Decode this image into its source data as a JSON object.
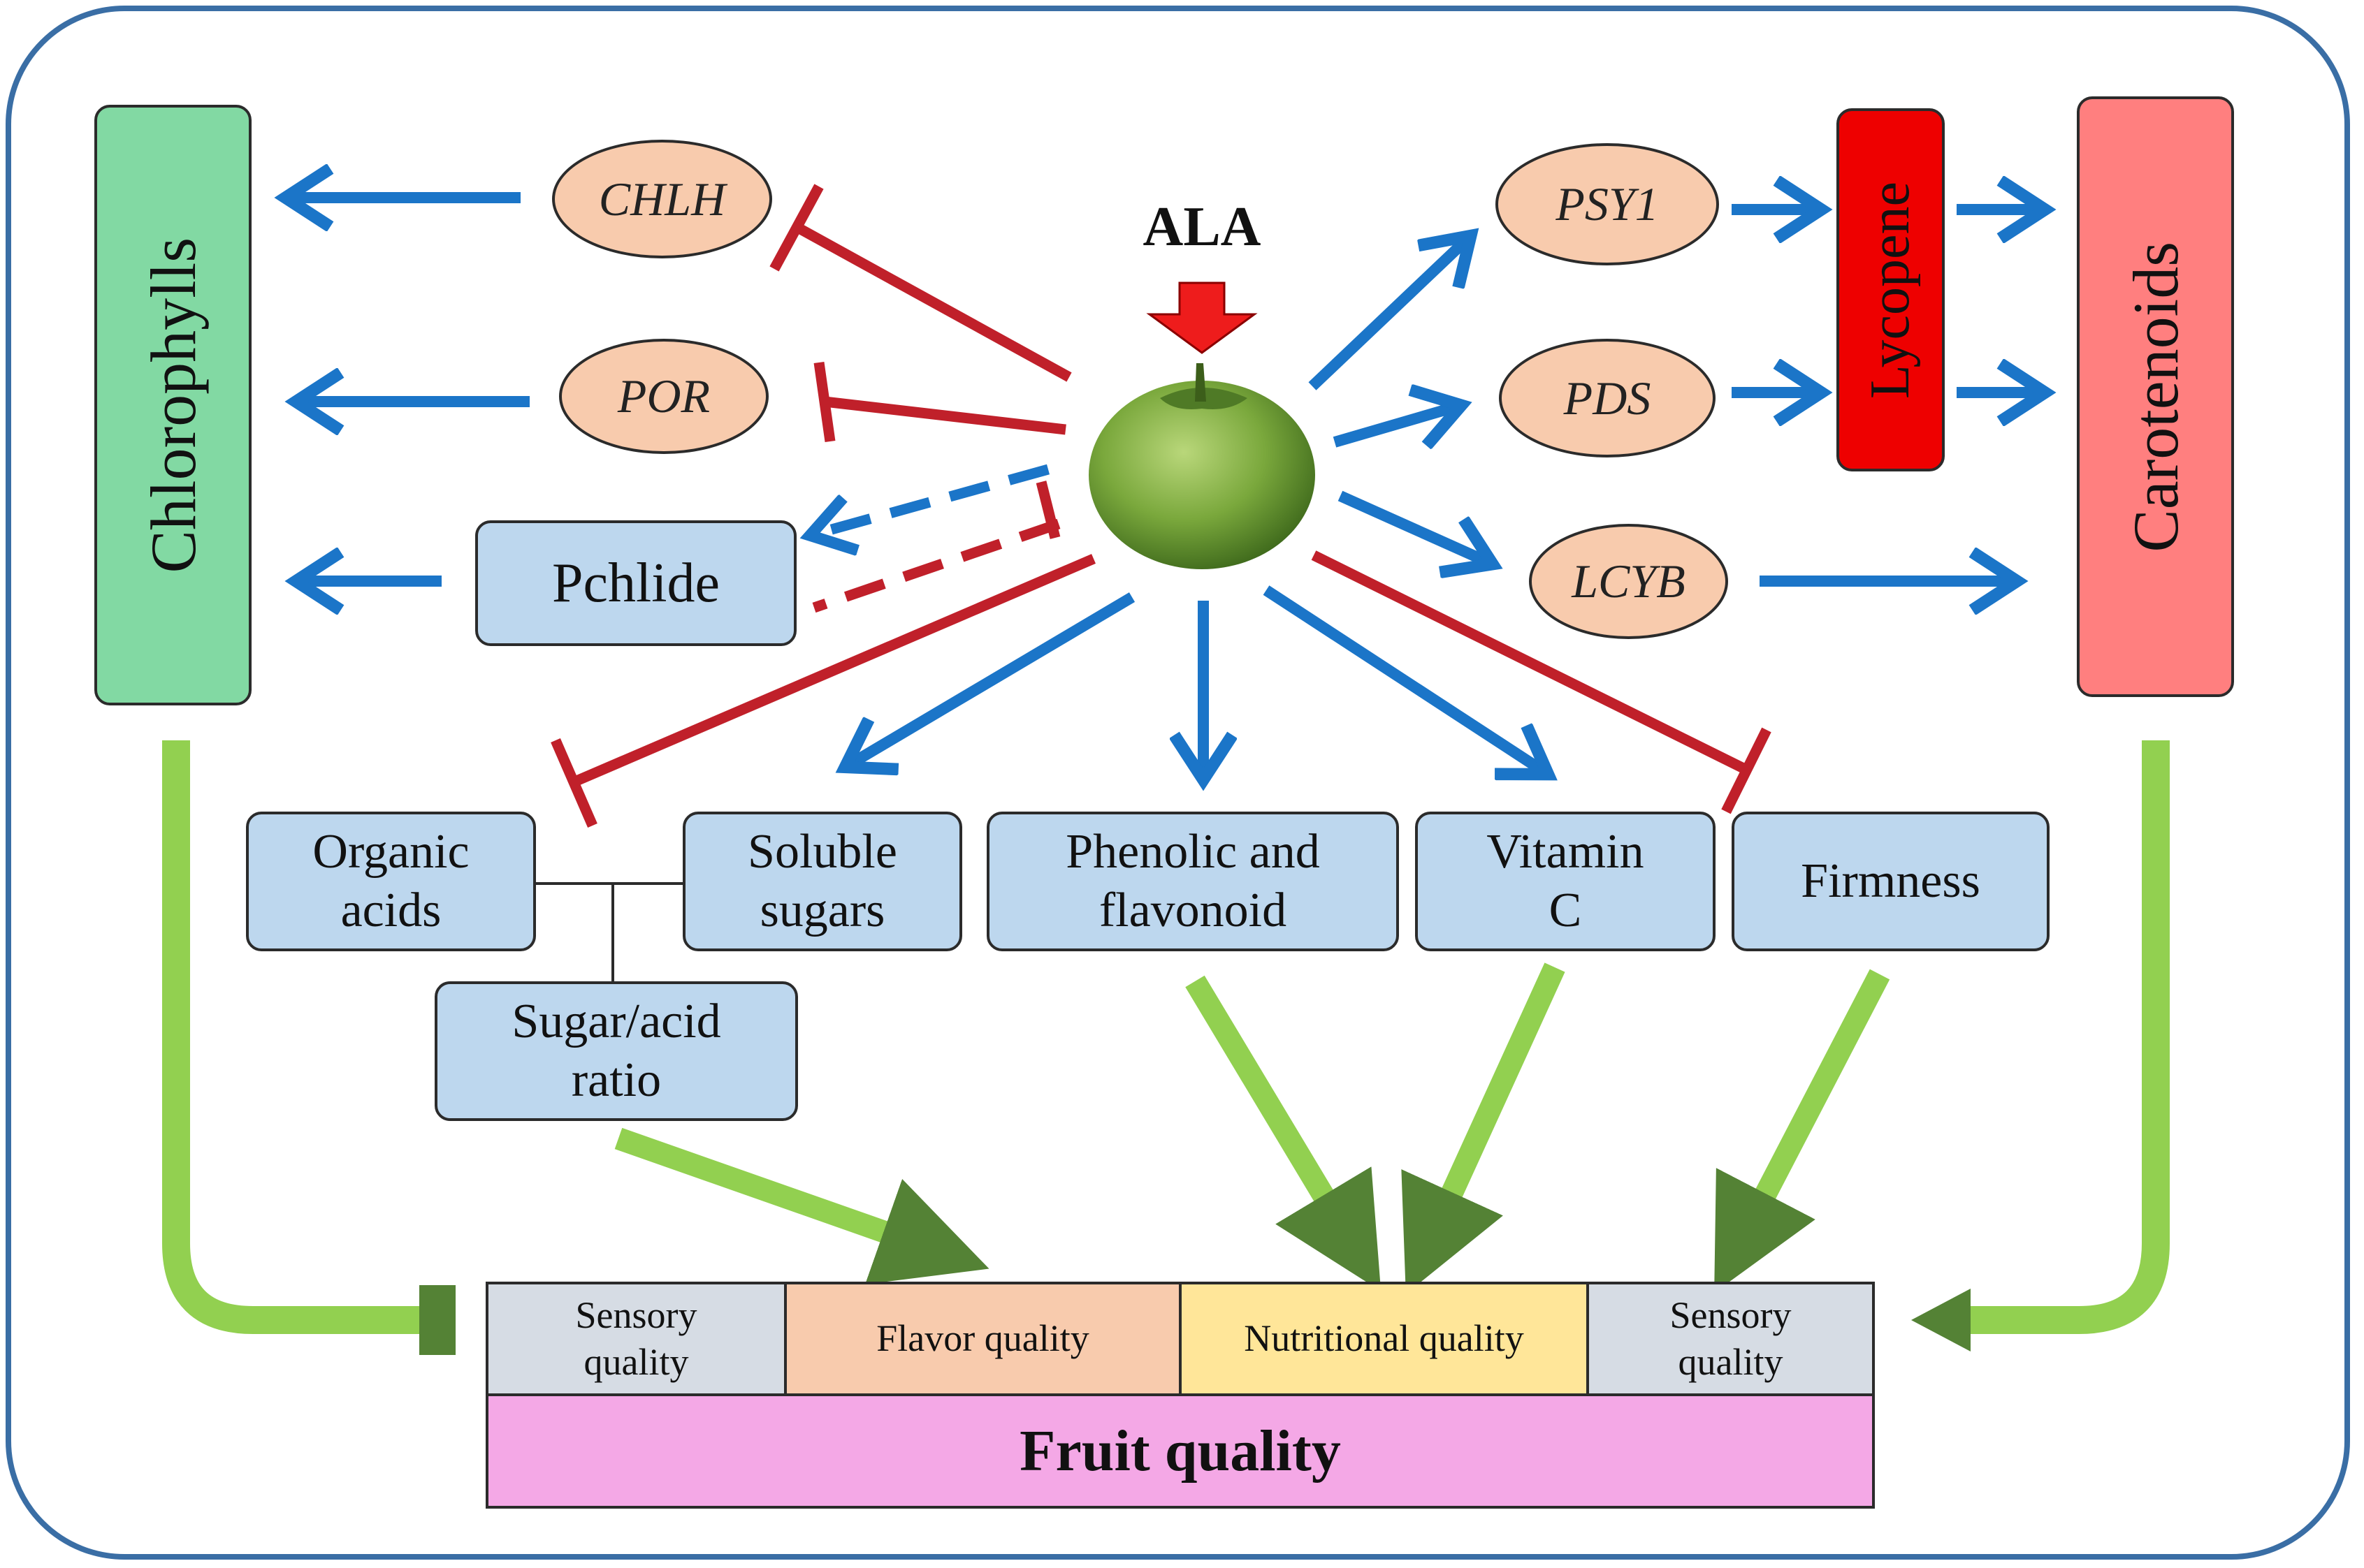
{
  "colors": {
    "frame": "#3a6ea5",
    "activation_arrow": "#1b75c8",
    "inhibition": "#c0202a",
    "quality_arrow_light": "#92d050",
    "quality_arrow_dark": "#548235",
    "chlorophylls_box": "#82d9a3",
    "carotenoids_box": "#ff7f7f",
    "lycopene_box": "#ee0000",
    "enzyme_ellipse": "#f8cbad",
    "trait_box": "#bdd7ee",
    "sensory_cell": "#d6dce4",
    "flavor_cell": "#f8cbad",
    "nutritional_cell": "#ffe699",
    "fruit_quality_bar": "#f4a8e6"
  },
  "center": {
    "label": "ALA",
    "image": "green-tomato"
  },
  "pigments": {
    "chlorophylls": "Chlorophylls",
    "carotenoids": "Carotenoids",
    "lycopene": "Lycopene"
  },
  "enzymes": {
    "chlh": "CHLH",
    "por": "POR",
    "psy1": "PSY1",
    "pds": "PDS",
    "lcyb": "LCYB"
  },
  "intermediates": {
    "pchlide": "Pchlide"
  },
  "traits": {
    "organic_acids": "Organic\nacids",
    "soluble_sugars": "Soluble\nsugars",
    "sugar_acid_ratio": "Sugar/acid\nratio",
    "phenolic": "Phenolic and\nflavonoid",
    "vitamin_c": "Vitamin\nC",
    "firmness": "Firmness"
  },
  "quality": {
    "sensory_left": "Sensory\nquality",
    "flavor": "Flavor quality",
    "nutritional": "Nutritional quality",
    "sensory_right": "Sensory\nquality",
    "fruit_quality": "Fruit quality"
  }
}
